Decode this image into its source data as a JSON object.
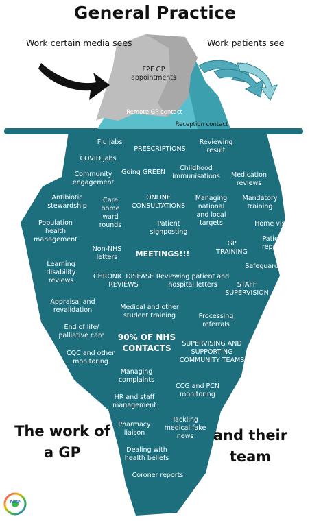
{
  "title": "General Practice",
  "media_label": "Work certain media sees",
  "patients_label": "Work patients see",
  "above_water": {
    "f2f": "F2F GP\nappointments",
    "remote": "Remote GP contact",
    "reception": "Reception contact"
  },
  "items": {
    "flu_jabs": "Flu jabs",
    "prescriptions": "PRESCRIPTIONS",
    "reviewing_result": "Reviewing\nresult",
    "covid_jabs": "COVID jabs",
    "community_engagement": "Community\nengagement",
    "going_green": "Going GREEN",
    "childhood_immunisations": "Childhood\nimmunisations",
    "medication_reviews": "Medication\nreviews",
    "antibiotic_stewardship": "Antibiotic\nstewardship",
    "care_home_ward_rounds": "Care\nhome\nward\nrounds",
    "online_consultations": "ONLINE\nCONSULTATIONS",
    "managing_targets": "Managing\nnational\nand local\ntargets",
    "mandatory_training": "Mandatory\ntraining",
    "population_health": "Population\nhealth\nmanagement",
    "patient_signposting": "Patient\nsignposting",
    "home_visits": "Home visits",
    "gp_training": "GP\nTRAINING",
    "patient_reports": "Patient\nreports",
    "non_nhs_letters": "Non-NHS\nletters",
    "meetings": "MEETINGS!!!",
    "safeguarding": "Safeguarding",
    "learning_disability": "Learning\ndisability\nreviews",
    "chronic_disease": "CHRONIC DISEASE\nREVIEWS",
    "reviewing_letters": "Reviewing patient and\nhospital letters",
    "staff_supervision": "STAFF\nSUPERVISION",
    "appraisal": "Appraisal and\nrevalidation",
    "student_training": "Medical and other\nstudent training",
    "processing_referrals": "Processing\nreferrals",
    "end_of_life": "End of life/\npalliative care",
    "nhs_contacts": "90% OF NHS\nCONTACTS",
    "supervising_teams": "SUPERVISING AND\nSUPPORTING\nCOMMUNITY TEAMS",
    "cqc": "CQC and other\nmonitoring",
    "complaints": "Managing\ncomplaints",
    "ccg_pcn": "CCG and PCN\nmonitoring",
    "hr": "HR and staff\nmanagement",
    "pharmacy": "Pharmacy\nliaison",
    "fake_news": "Tackling\nmedical fake\nnews",
    "health_beliefs": "Dealing with\nhealth beliefs",
    "coroner": "Coroner reports"
  },
  "bottom_left": "The work of\na GP",
  "bottom_right": "and their\nteam",
  "logo_text": "RCGP",
  "colors": {
    "iceberg_blue": "#1e6f7e",
    "light_teal": "#5bbfcb",
    "rock_grey": "#bfbfbf",
    "arrow_black": "#111111"
  }
}
